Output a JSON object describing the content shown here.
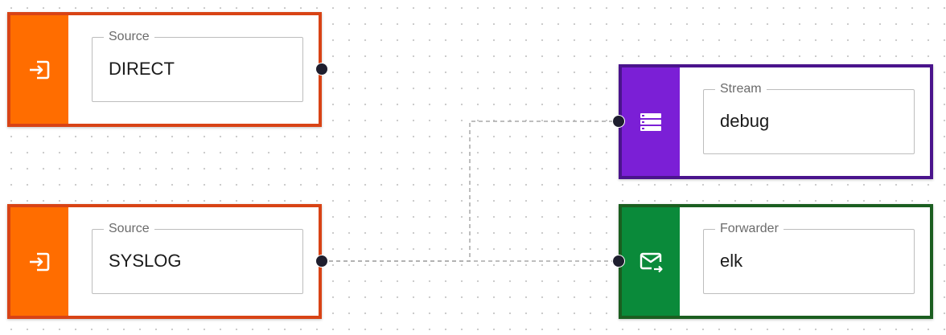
{
  "nodes": {
    "source_direct": {
      "label": "Source",
      "value": "DIRECT",
      "icon": "login-icon",
      "border_color": "#d84315",
      "side_color": "#ff6d00"
    },
    "source_syslog": {
      "label": "Source",
      "value": "SYSLOG",
      "icon": "login-icon",
      "border_color": "#d84315",
      "side_color": "#ff6d00"
    },
    "stream_debug": {
      "label": "Stream",
      "value": "debug",
      "icon": "storage-list-icon",
      "border_color": "#4a148c",
      "side_color": "#7b1fd6"
    },
    "forwarder_elk": {
      "label": "Forwarder",
      "value": "elk",
      "icon": "forward-mail-icon",
      "border_color": "#1b5e20",
      "side_color": "#0a8a3a"
    }
  },
  "edges": [
    {
      "from": "source_syslog",
      "to": "stream_debug",
      "style": "dashed"
    },
    {
      "from": "source_syslog",
      "to": "forwarder_elk",
      "style": "dashed"
    }
  ]
}
